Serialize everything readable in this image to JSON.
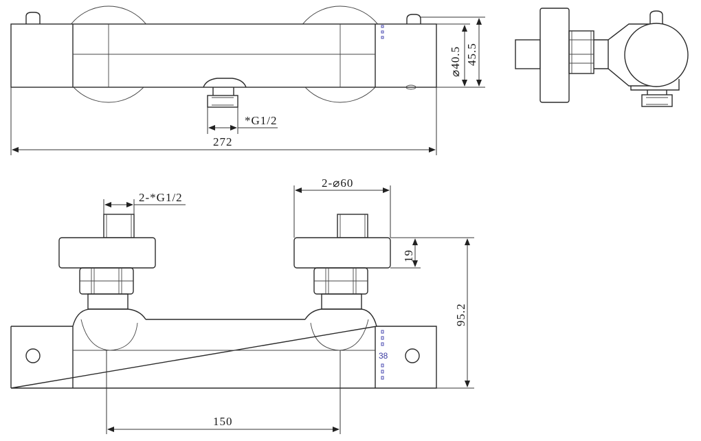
{
  "dimensions": {
    "top_outlet_thread": "*G1/2",
    "total_length": "272",
    "body_diameter": "⌀40.5",
    "body_height": "45.5",
    "inlet_threads": "2-*G1/2",
    "escutcheon_diameter": "2-⌀60",
    "escutcheon_thickness": "19",
    "total_depth": "95.2",
    "center_distance": "150"
  },
  "temperature_mark": "38",
  "colors": {
    "line": "#2a2a2a",
    "temperature_mark": "#3a3aa0"
  }
}
